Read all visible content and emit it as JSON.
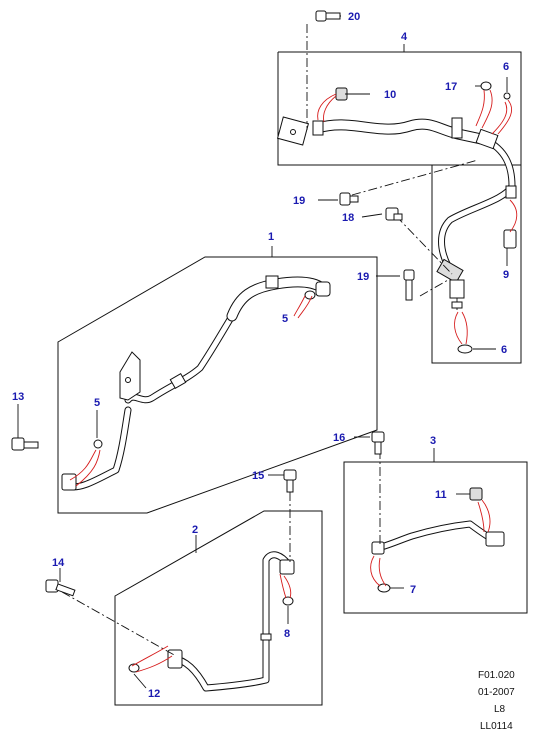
{
  "callouts": {
    "c1": "1",
    "c2": "2",
    "c3": "3",
    "c4": "4",
    "c5a": "5",
    "c5b": "5",
    "c6a": "6",
    "c6b": "6",
    "c7": "7",
    "c8": "8",
    "c9": "9",
    "c10": "10",
    "c11": "11",
    "c12": "12",
    "c13": "13",
    "c14": "14",
    "c15": "15",
    "c16": "16",
    "c17": "17",
    "c18": "18",
    "c19a": "19",
    "c19b": "19",
    "c20": "20"
  },
  "reference": {
    "figure": "F01.020",
    "date": "01-2007",
    "engine": "L8",
    "code": "LL0114"
  },
  "colors": {
    "callout": "#1a1ab0",
    "seal_lead": "#d61c1c"
  }
}
